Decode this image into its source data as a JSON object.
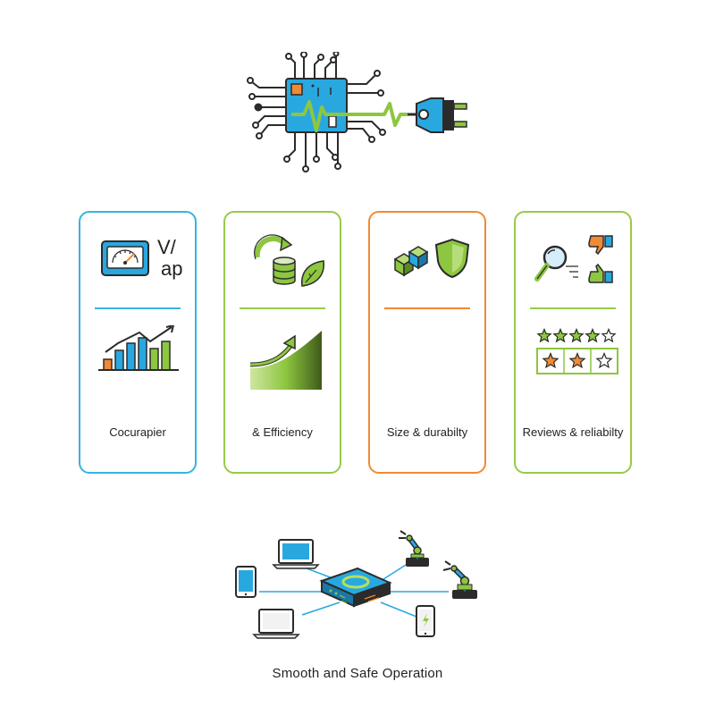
{
  "colors": {
    "blue": "#29a8e0",
    "green": "#8dc63f",
    "orange": "#f08a34",
    "dark": "#2b2b2b",
    "card_border_1": "#34b4e4",
    "card_border_2": "#98c94a",
    "card_border_3": "#f08a34",
    "card_border_4": "#98c94a"
  },
  "cards": [
    {
      "label": "Cocurapier",
      "meter_text_top": "V/",
      "meter_text_bottom": "ap",
      "icons": [
        "voltmeter-icon",
        "growth-bar-chart-icon"
      ]
    },
    {
      "label": "& Efficiency",
      "icons": [
        "recycle-arrow-coins-icon",
        "leaf-icon",
        "rising-curve-icon"
      ]
    },
    {
      "label": "Size & durabilty",
      "icons": [
        "cubes-icon",
        "shield-icon"
      ]
    },
    {
      "label": "Reviews & reliabilty",
      "icons": [
        "magnifier-icon",
        "thumbs-down-icon",
        "thumbs-up-icon",
        "star-rating-icon"
      ]
    }
  ],
  "rating": {
    "top_row_stars": 4,
    "top_row_total": 5,
    "bottom_row_stars": 2,
    "bottom_row_total": 3
  },
  "caption": "Smooth and Safe Operation",
  "hero": {
    "icons": [
      "circuit-chip-icon",
      "power-plug-icon"
    ]
  },
  "network": {
    "icons": [
      "hub-device-icon",
      "phone-icon",
      "laptop-icon",
      "robot-arm-icon"
    ]
  }
}
